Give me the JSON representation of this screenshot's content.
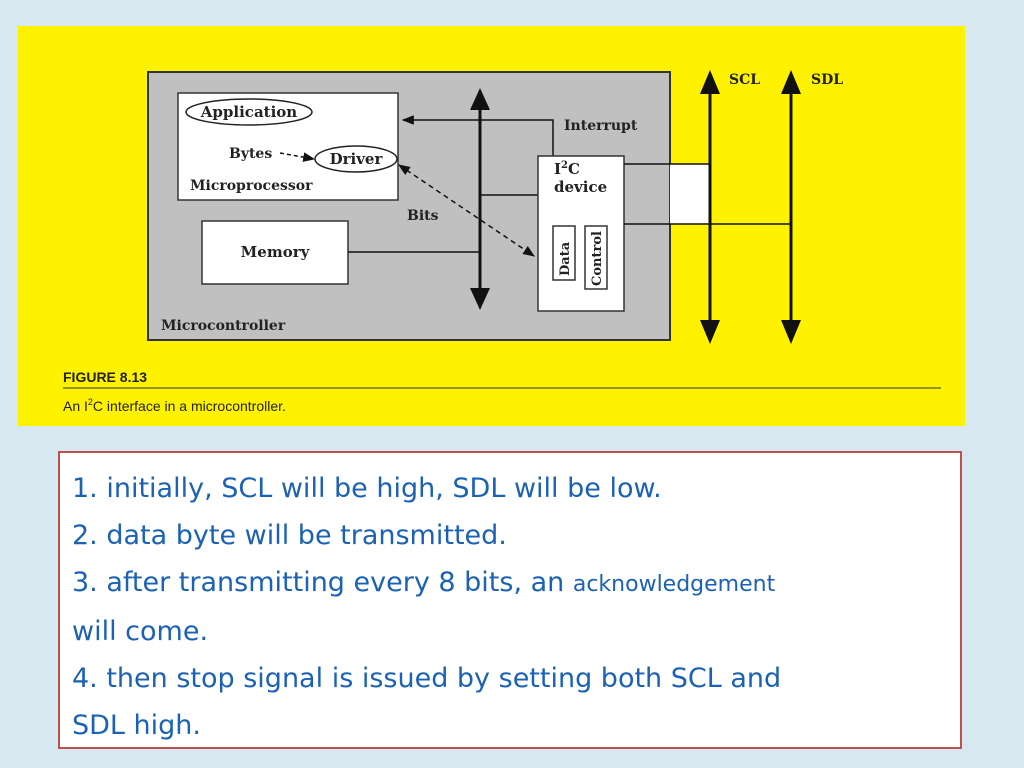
{
  "diagram": {
    "labels": {
      "application": "Application",
      "bytes": "Bytes",
      "driver": "Driver",
      "microprocessor": "Microprocessor",
      "bits": "Bits",
      "memory": "Memory",
      "interrupt": "Interrupt",
      "i2c_device_line1_main": "I",
      "i2c_device_line1_sup": "2",
      "i2c_device_line1_end": "C",
      "i2c_device_line2": "device",
      "data": "Data",
      "control": "Control",
      "microcontroller": "Microcontroller",
      "scl": "SCL",
      "sdl": "SDL"
    },
    "colors": {
      "panel_background": "#fff200",
      "microcontroller_fill": "#c0c0c0"
    }
  },
  "figure": {
    "number": "FIGURE 8.13",
    "caption_prefix": "An I",
    "caption_sup": "2",
    "caption_suffix": "C interface in a microcontroller."
  },
  "notes": {
    "line1": "1. initially, SCL will be high, SDL will be low.",
    "line2": "2. data byte will be transmitted.",
    "line3_main": "3. after transmitting every 8 bits, an ",
    "line3_small": "acknowledgement",
    "line4": "will come.",
    "line5": "4. then stop signal is issued by setting both SCL and",
    "line6": "SDL high."
  }
}
